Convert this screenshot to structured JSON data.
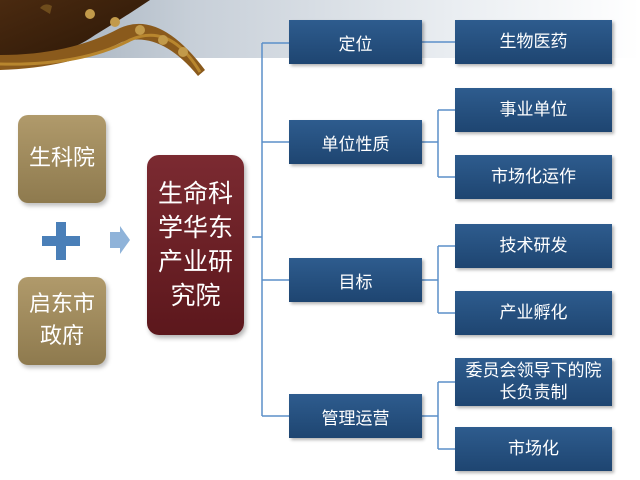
{
  "sources": [
    "生科院",
    "启东市政府"
  ],
  "institute": "生命科学华东产业研究院",
  "categories": [
    {
      "label": "定位",
      "items": [
        "生物医药"
      ]
    },
    {
      "label": "单位性质",
      "items": [
        "事业单位",
        "市场化运作"
      ]
    },
    {
      "label": "目标",
      "items": [
        "技术研发",
        "产业孵化"
      ]
    },
    {
      "label": "管理运营",
      "items": [
        "委员会领导下的院长负责制",
        "市场化"
      ]
    }
  ],
  "colors": {
    "source": "#9a8660",
    "institute": "#6b1f25",
    "node": "#2a5587",
    "connector": "#5b8fc9"
  }
}
